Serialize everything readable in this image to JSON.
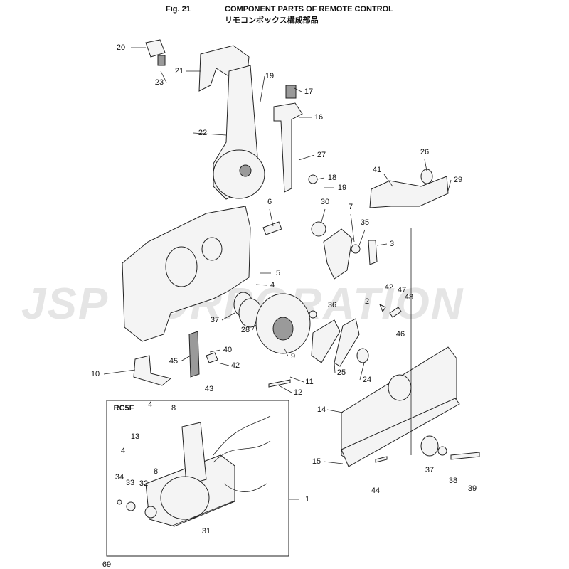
{
  "header": {
    "figure": "Fig. 21",
    "title_en": "COMPONENT PARTS OF REMOTE CONTROL",
    "title_ja": "リモコンボックス構成部品"
  },
  "watermark": "JSP CORPORATION",
  "inset_title": "RC5F",
  "page_number": "69",
  "callouts": [
    "20",
    "23",
    "21",
    "19",
    "17",
    "16",
    "22",
    "27",
    "26",
    "41",
    "18",
    "19",
    "29",
    "6",
    "30",
    "7",
    "35",
    "3",
    "5",
    "4",
    "42",
    "47",
    "48",
    "36",
    "2",
    "37",
    "28",
    "46",
    "40",
    "9",
    "45",
    "42",
    "10",
    "25",
    "24",
    "43",
    "11",
    "12",
    "14",
    "4",
    "8",
    "13",
    "4",
    "8",
    "15",
    "1",
    "34",
    "33",
    "32",
    "37",
    "38",
    "39",
    "44",
    "31"
  ]
}
